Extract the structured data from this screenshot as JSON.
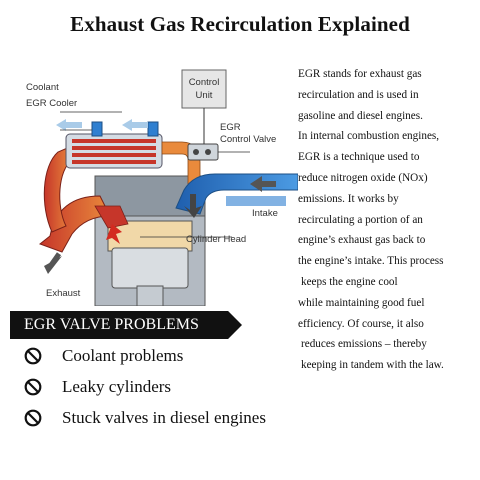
{
  "title": "Exhaust Gas Recirculation Explained",
  "diagram": {
    "labels": {
      "coolant": "Coolant",
      "egr_cooler": "EGR Cooler",
      "control_unit_line1": "Control",
      "control_unit_line2": "Unit",
      "egr_valve_line1": "EGR",
      "egr_valve_line2": "Control Valve",
      "intake": "Intake",
      "cylinder_head": "Cylinder Head",
      "exhaust": "Exhaust"
    }
  },
  "description": [
    "EGR stands for exhaust gas",
    "recirculation and is used in",
    "gasoline and diesel engines.",
    "In internal combustion engines,",
    "EGR is a technique used to",
    "reduce nitrogen oxide (NOx)",
    "emissions. It works by",
    "recirculating a portion of an",
    "engine’s exhaust gas back to",
    "the engine’s intake. This process",
    "keeps the engine cool",
    "while maintaining good fuel",
    "efficiency. Of course, it also",
    "reduces emissions – thereby",
    "keeping in tandem with the law."
  ],
  "problems": {
    "heading": "EGR VALVE PROBLEMS",
    "icon": "prohibited-icon",
    "items": [
      "Coolant problems",
      "Leaky cylinders",
      "Stuck valves in diesel engines"
    ]
  },
  "colors": {
    "exhaust_red": "#c6362a",
    "exhaust_orange": "#e98a3c",
    "intake_blue": "#2f7fd0",
    "engine_gray": "#9aa3ac",
    "banner": "#111111"
  }
}
